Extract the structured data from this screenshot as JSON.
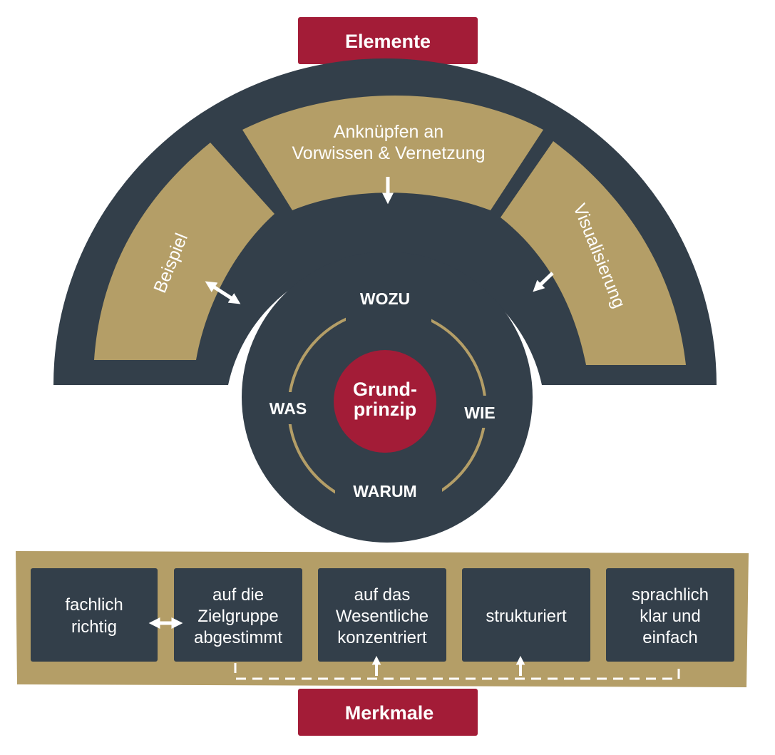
{
  "colors": {
    "dark": "#333f4a",
    "gold": "#b49e67",
    "red": "#a31c37",
    "white": "#ffffff"
  },
  "top_banner": {
    "label": "Elemente"
  },
  "bottom_banner": {
    "label": "Merkmale"
  },
  "arc_segments": {
    "left": {
      "label": "Beispiel"
    },
    "middle": {
      "line1": "Anknüpfen an",
      "line2": "Vorwissen & Vernetzung"
    },
    "right": {
      "label": "Visualisierung"
    }
  },
  "circle": {
    "top": "WOZU",
    "left": "WAS",
    "right": "WIE",
    "bottom": "WARUM",
    "center_line1": "Grund-",
    "center_line2": "prinzip"
  },
  "boxes": [
    {
      "lines": [
        "fachlich",
        "richtig"
      ]
    },
    {
      "lines": [
        "auf die",
        "Zielgruppe",
        "abgestimmt"
      ]
    },
    {
      "lines": [
        "auf das",
        "Wesentliche",
        "konzentriert"
      ]
    },
    {
      "lines": [
        "strukturiert"
      ]
    },
    {
      "lines": [
        "sprachlich",
        "klar und",
        "einfach"
      ]
    }
  ]
}
